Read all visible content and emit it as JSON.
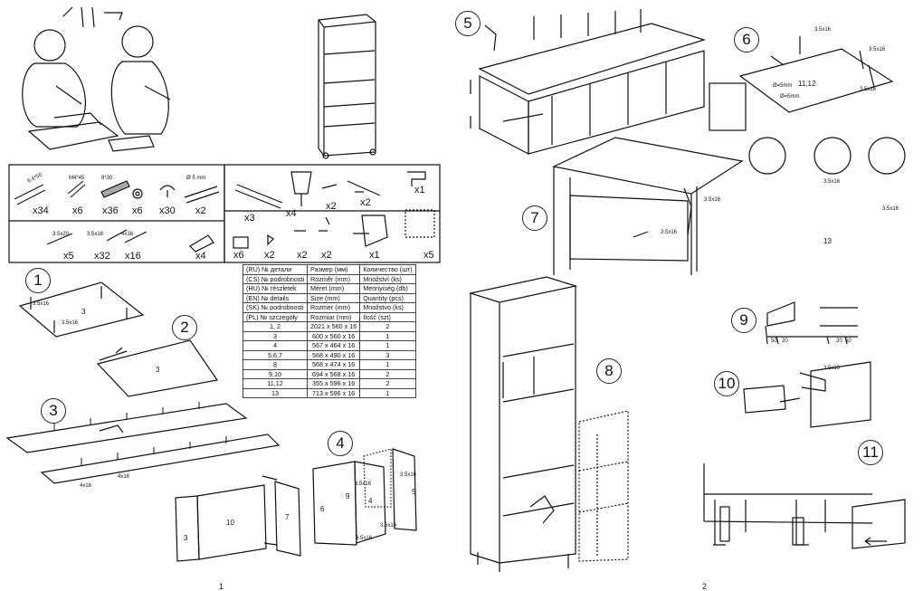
{
  "hardware": {
    "screws": [
      {
        "size": "6.4*50",
        "qty": "x34"
      },
      {
        "size": "M4*45",
        "qty": "x6"
      },
      {
        "size": "8*30",
        "qty": "x36"
      },
      {
        "size": "",
        "qty": "x6"
      },
      {
        "size": "",
        "qty": "x30"
      },
      {
        "size": "Ø 5 mm",
        "qty": "x2"
      }
    ],
    "row2": [
      {
        "size": "3.5x20",
        "qty": "x5"
      },
      {
        "size": "3.5x16",
        "qty": "x32"
      },
      {
        "size": "4x16",
        "qty": "x16"
      },
      {
        "size": "",
        "qty": "x4"
      }
    ],
    "right_row1": [
      {
        "qty": "x3"
      },
      {
        "qty": "x4"
      },
      {
        "qty": "x2"
      },
      {
        "qty": "x2"
      },
      {
        "qty": "x1"
      }
    ],
    "right_row2": [
      {
        "qty": "x6"
      },
      {
        "qty": "x2"
      },
      {
        "qty": "x2"
      },
      {
        "qty": "x2"
      },
      {
        "qty": "x1"
      },
      {
        "qty": "x5"
      }
    ]
  },
  "parts_table": {
    "header_rows": [
      [
        "(RU)  № детали",
        "Размер  (мм)",
        "Количество (шт)"
      ],
      [
        "(CS)  № podrobnosti",
        "Rozměr (mm)",
        "Množství (ks)"
      ],
      [
        "(HU)  № részletek",
        "Méret (mm)",
        "Mennyiség (db)"
      ],
      [
        "(EN)  № details",
        "Size (mm)",
        "Quantity  (pcs)"
      ],
      [
        "(SK)  № podrobnosti",
        "Rozmer (mm)",
        "Množstvo (ks)"
      ],
      [
        "(PL)  № szczegóły",
        "Rozmiar (mm)",
        "Ilość (szt)"
      ]
    ],
    "rows": [
      [
        "1, 2",
        "2021 x 560 x 16",
        "2"
      ],
      [
        "3",
        "600 x 560 x 16",
        "1"
      ],
      [
        "4",
        "567 x 464 x 16",
        "1"
      ],
      [
        "5,6,7",
        "568 x 490 x 16",
        "3"
      ],
      [
        "8",
        "568 x 474 x 16",
        "1"
      ],
      [
        "9,10",
        "694 x 568 x 16",
        "2"
      ],
      [
        "11,12",
        "355 x 596 x 16",
        "2"
      ],
      [
        "13",
        "713 x 596 x 16",
        "1"
      ]
    ]
  },
  "steps": [
    "1",
    "2",
    "3",
    "4",
    "5",
    "6",
    "7",
    "8",
    "9",
    "10",
    "11"
  ],
  "labels": {
    "screw_35x16": "3.5x16",
    "screw_4x16": "4x16",
    "panel_3": "3",
    "panel_4": "4",
    "panel_5": "5",
    "panel_6": "6",
    "panel_7": "7",
    "panel_9": "9",
    "panel_10": "10",
    "panel_11_12": "11,12",
    "panel_13": "13",
    "drill_5mm_a": "Ø=5mm",
    "drill_5mm_b": "Ø=5mm",
    "dim_50": "50",
    "dim_20": "20"
  },
  "pages": {
    "left": "1",
    "right": "2"
  }
}
